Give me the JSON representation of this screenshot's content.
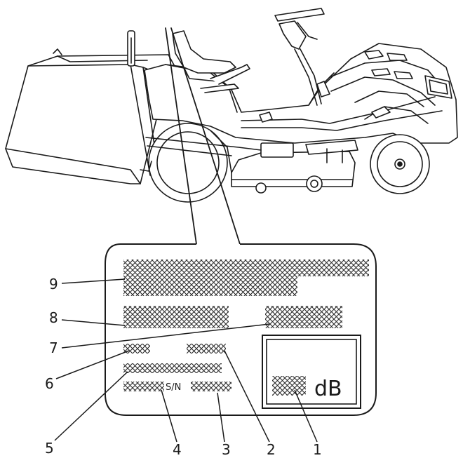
{
  "callouts": [
    {
      "number": "1"
    },
    {
      "number": "2"
    },
    {
      "number": "3"
    },
    {
      "number": "4"
    },
    {
      "number": "5"
    },
    {
      "number": "6"
    },
    {
      "number": "7"
    },
    {
      "number": "8"
    },
    {
      "number": "9"
    }
  ],
  "label_plate": {
    "serial_marker": "S/N",
    "sound_unit": "dB"
  },
  "colors": {
    "line": "#1a1a1a",
    "hatch": "#2a2a2a",
    "background": "#ffffff"
  }
}
